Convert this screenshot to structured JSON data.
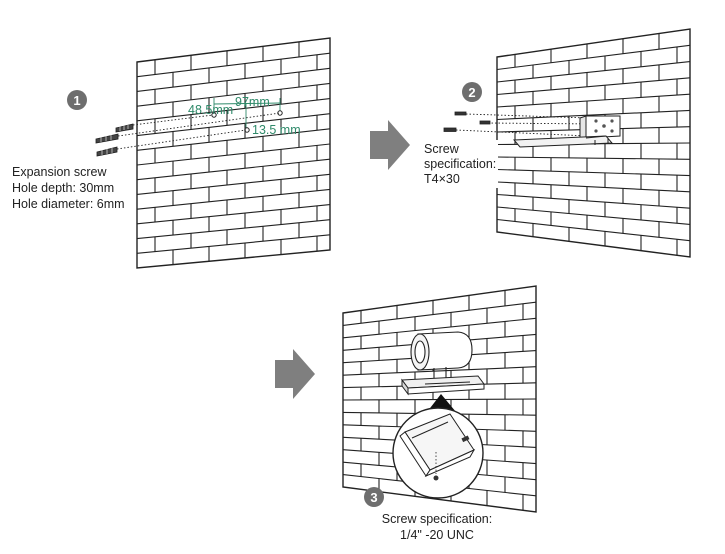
{
  "step1": {
    "badge": "1",
    "dim_97": "97mm",
    "dim_48": "48.5mm",
    "dim_13": "13.5 mm",
    "note_line1": "Expansion screw",
    "note_line2": "Hole depth: 30mm",
    "note_line3": "Hole diameter: 6mm"
  },
  "step2": {
    "badge": "2",
    "screw_line1": "Screw",
    "screw_line2": "specification:",
    "screw_line3": "T4×30"
  },
  "step3": {
    "badge": "3",
    "screw_line1": "Screw specification:",
    "screw_line2": "1/4\" -20 UNC"
  },
  "colors": {
    "line": "#222222",
    "dimension": "#2f8a6a",
    "arrow": "#7f7f7f",
    "badge": "#6e6e6e"
  }
}
